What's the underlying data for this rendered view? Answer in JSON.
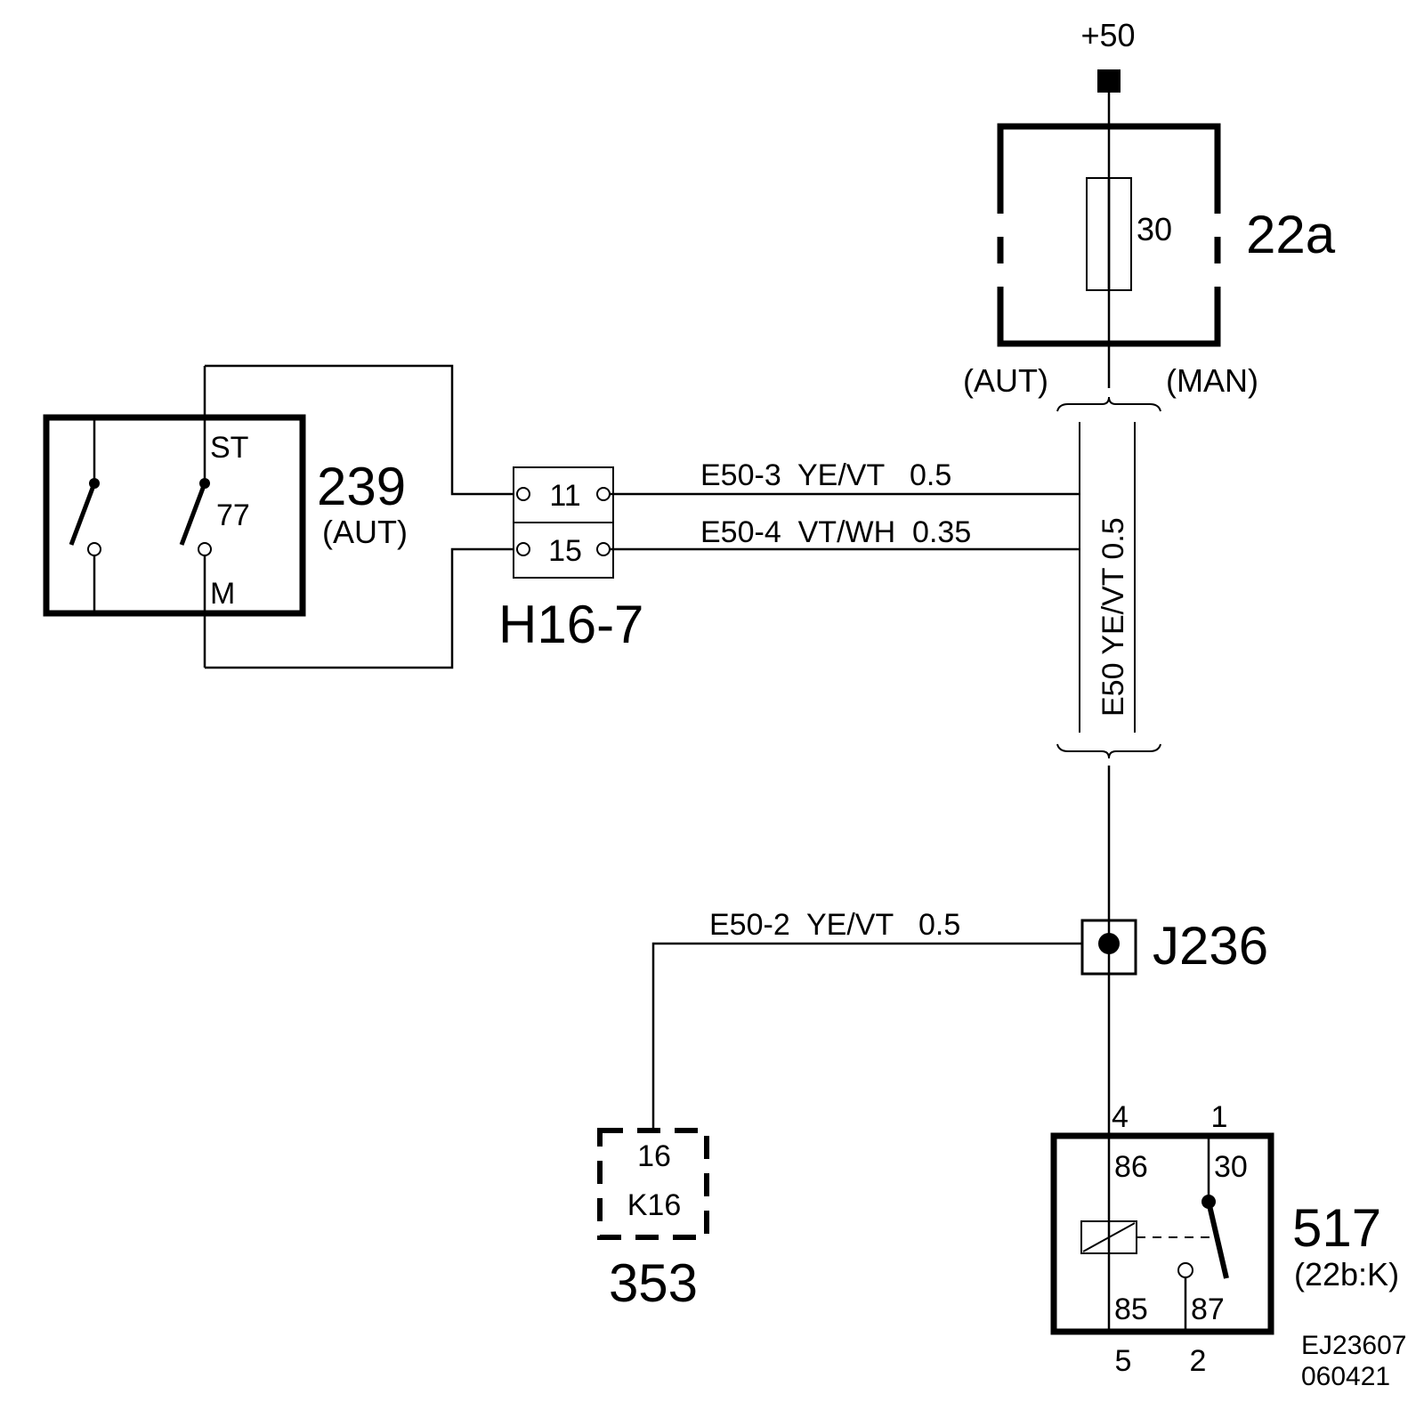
{
  "power": {
    "label": "+50"
  },
  "fuse_22a": {
    "id": "22a",
    "rating": "30",
    "left_label": "(AUT)",
    "right_label": "(MAN)"
  },
  "switch_239": {
    "id": "239",
    "sub": "(AUT)",
    "pin_top": "ST",
    "pin_mid": "77",
    "pin_bottom": "M"
  },
  "connector_h16_7": {
    "id": "H16-7",
    "pin_a": "11",
    "pin_b": "15"
  },
  "wires": {
    "e50_3": "E50-3  YE/VT   0.5",
    "e50_4": "E50-4  VT/WH  0.35",
    "e50_2": "E50-2  YE/VT   0.5",
    "harness_e50": "E50   YE/VT   0.5"
  },
  "splice_j236": {
    "id": "J236"
  },
  "module_353": {
    "id": "353",
    "pin": "16",
    "name": "K16"
  },
  "relay_517": {
    "id": "517",
    "sub": "(22b:K)",
    "pin_86": "86",
    "pin_85": "85",
    "pin_30": "30",
    "pin_87": "87",
    "ext_4": "4",
    "ext_1": "1",
    "ext_5": "5",
    "ext_2": "2"
  },
  "doc_ref": {
    "line1": "EJ23607",
    "line2": "060421"
  }
}
